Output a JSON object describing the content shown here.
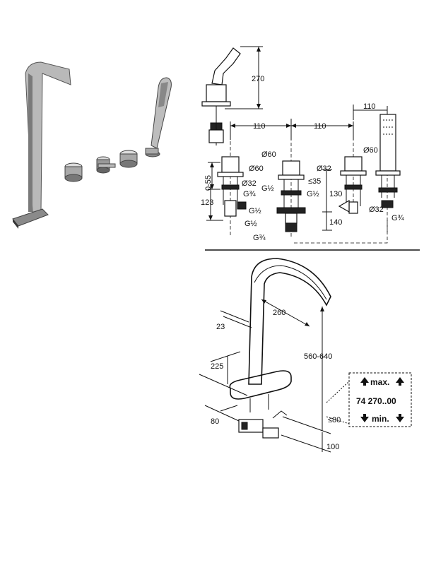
{
  "top_drawing": {
    "hand_shower_height": "270",
    "spacing_left": "110",
    "spacing_right": "110",
    "spacing_shower": "110",
    "dia_60_left": "Ø60",
    "dia_60_center": "Ø60",
    "dia_60_right": "Ø60",
    "dia_32_left": "Ø32",
    "dia_32_center": "Ø32",
    "dia_32_right": "Ø32",
    "range_0_55": "0-55",
    "max_35": "≤35",
    "height_123": "123",
    "height_130": "130",
    "height_140": "140",
    "thread_g34_a": "G¾",
    "thread_g12_a": "G½",
    "thread_g12_b": "G½",
    "thread_g12_c": "G½",
    "thread_g12_d": "G½",
    "thread_g34_b": "G¾",
    "thread_g34_c": "G¾"
  },
  "bottom_drawing": {
    "reach_260": "260",
    "width_23": "23",
    "height_range": "560-640",
    "depth_225": "225",
    "base_80": "80",
    "max_80": "≤80",
    "bottom_100": "100",
    "max_label": "max.",
    "article_no": "74 270..00",
    "min_label": "min."
  },
  "icons": [
    "arrow-up-icon",
    "arrow-down-icon"
  ]
}
